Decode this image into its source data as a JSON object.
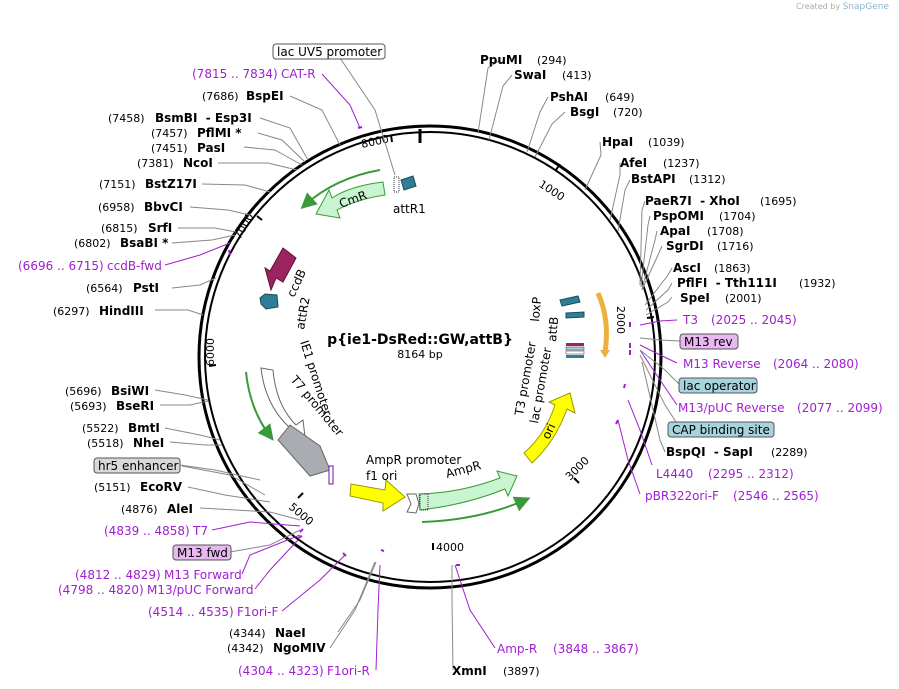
{
  "credit": {
    "created_by": "Created by",
    "brand": "SnapGene"
  },
  "plasmid": {
    "name": "p{ie1-DsRed::GW,attB}",
    "length_label": "8164 bp",
    "length": 8164
  },
  "colors": {
    "primer": "#a020d0",
    "green_feature": "#c8f5d0",
    "green_stroke": "#3a9a3a",
    "gray_feature": "#a9adb2",
    "yellow_feature": "#ffff00",
    "maroon_feature": "#9c2560",
    "teal_feature": "#2e7f96",
    "orange_feature": "#ecb13c",
    "box_pink": "#e8b8f0",
    "box_blue": "#a6d3de",
    "box_gray": "#d9d9d9"
  },
  "ticks": [
    "1000",
    "2000",
    "3000",
    "4000",
    "5000",
    "6000",
    "7000",
    "8000"
  ],
  "right_labels": [
    {
      "name": "PpuMI",
      "pos": "(294)"
    },
    {
      "name": "SwaI",
      "pos": "(413)"
    },
    {
      "name": "PshAI",
      "pos": "(649)"
    },
    {
      "name": "BsgI",
      "pos": "(720)"
    },
    {
      "name": "HpaI",
      "pos": "(1039)"
    },
    {
      "name": "AfeI",
      "pos": "(1237)"
    },
    {
      "name": "BstAPI",
      "pos": "(1312)"
    },
    {
      "name": "PaeR7I  - XhoI",
      "pos": "(1695)"
    },
    {
      "name": "PspOMI",
      "pos": "(1704)"
    },
    {
      "name": "ApaI",
      "pos": "(1708)"
    },
    {
      "name": "SgrDI",
      "pos": "(1716)"
    },
    {
      "name": "AscI",
      "pos": "(1863)"
    },
    {
      "name": "PflFI  - Tth111I",
      "pos": "(1932)"
    },
    {
      "name": "SpeI",
      "pos": "(2001)"
    },
    {
      "name": "BspQI  - SapI",
      "pos": "(2289)"
    }
  ],
  "right_primers": [
    {
      "name": "T3",
      "pos": "(2025 .. 2045)"
    },
    {
      "name": "M13 Reverse",
      "pos": "(2064 .. 2080)"
    },
    {
      "name": "M13/pUC Reverse",
      "pos": "(2077 .. 2099)"
    },
    {
      "name": "L4440",
      "pos": "(2295 .. 2312)"
    },
    {
      "name": "pBR322ori-F",
      "pos": "(2546 .. 2565)"
    }
  ],
  "right_boxes": [
    {
      "label": "M13 rev"
    },
    {
      "label": "lac operator"
    },
    {
      "label": "CAP binding site"
    }
  ],
  "bottom_right": {
    "ampr_primer": {
      "name": "Amp-R",
      "pos": "(3848 .. 3867)"
    },
    "xmni": {
      "name": "XmnI",
      "pos": "(3897)"
    }
  },
  "left_labels": [
    {
      "name": "BspEI",
      "pos": "(7686)"
    },
    {
      "name": "BsmBI  - Esp3I",
      "pos": "(7458)"
    },
    {
      "name": "PflMI *",
      "pos": "(7457)"
    },
    {
      "name": "PasI",
      "pos": "(7451)"
    },
    {
      "name": "NcoI",
      "pos": "(7381)"
    },
    {
      "name": "BstZ17I",
      "pos": "(7151)"
    },
    {
      "name": "BbvCI",
      "pos": "(6958)"
    },
    {
      "name": "SrfI",
      "pos": "(6815)"
    },
    {
      "name": "BsaBI *",
      "pos": "(6802)"
    },
    {
      "name": "PstI",
      "pos": "(6564)"
    },
    {
      "name": "HindIII",
      "pos": "(6297)"
    },
    {
      "name": "BsiWI",
      "pos": "(5696)"
    },
    {
      "name": "BseRI",
      "pos": "(5693)"
    },
    {
      "name": "BmtI",
      "pos": "(5522)"
    },
    {
      "name": "NheI",
      "pos": "(5518)"
    },
    {
      "name": "EcoRV",
      "pos": "(5151)"
    },
    {
      "name": "AleI",
      "pos": "(4876)"
    },
    {
      "name": "NaeI",
      "pos": "(4344)"
    },
    {
      "name": "NgoMIV",
      "pos": "(4342)"
    }
  ],
  "left_primers": [
    {
      "name": "CAT-R",
      "pos": "(7815 .. 7834)"
    },
    {
      "name": "ccdB-fwd",
      "pos": "(6696 .. 6715)"
    },
    {
      "name": "T7",
      "pos": "(4839 .. 4858)"
    },
    {
      "name": "M13 Forward",
      "pos": "(4812 .. 4829)"
    },
    {
      "name": "M13/pUC Forward",
      "pos": "(4798 .. 4820)"
    },
    {
      "name": "F1ori-F",
      "pos": "(4514 .. 4535)"
    },
    {
      "name": "F1ori-R",
      "pos": "(4304 .. 4323)"
    }
  ],
  "left_boxes": [
    {
      "label": "lac UV5 promoter"
    },
    {
      "label": "hr5 enhancer"
    },
    {
      "label": "M13 fwd"
    }
  ],
  "features": {
    "cmr": "CmR",
    "attr1": "attR1",
    "ccdb": "ccdB",
    "attr2": "attR2",
    "ie1": "IE1 promoter",
    "t7": "T7 promoter",
    "ampr_promoter": "AmpR promoter",
    "f1ori": "f1 ori",
    "ampr": "AmpR",
    "ori": "ori",
    "t3": "T3 promoter",
    "lac": "lac promoter",
    "loxp": "loxP",
    "attb": "attB"
  }
}
